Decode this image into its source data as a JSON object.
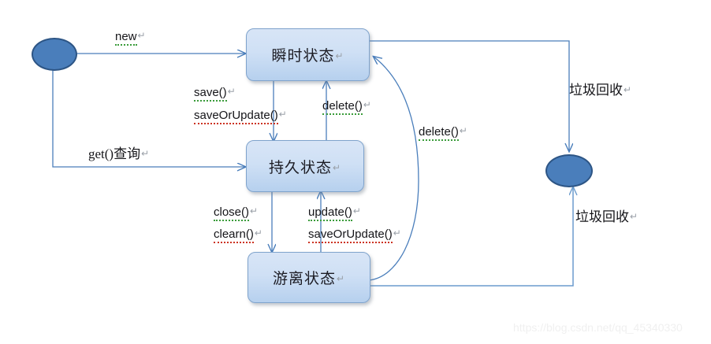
{
  "diagram": {
    "title": "Hibernate object state transition diagram",
    "colors": {
      "edge_stroke": "#4a7ebb",
      "box_border": "#7fa3cc",
      "box_fill_top": "#d8e5f6",
      "box_fill_bottom": "#b6d0ee",
      "node_fill": "#4a7ebb",
      "node_border": "#2d5585",
      "text": "#141418",
      "spell_green": "#3a9c3a",
      "spell_red": "#cc3322",
      "watermark": "#f0f0f0"
    },
    "pilcrow": "↵",
    "nodes": [
      {
        "id": "start",
        "type": "ellipse",
        "label": ""
      },
      {
        "id": "gc",
        "type": "ellipse",
        "label": ""
      }
    ],
    "states": [
      {
        "id": "transient",
        "label": "瞬时状态"
      },
      {
        "id": "persistent",
        "label": "持久状态"
      },
      {
        "id": "detached",
        "label": "游离状态"
      }
    ],
    "edge_labels": [
      {
        "id": "new",
        "text": "new",
        "spell": "green"
      },
      {
        "id": "get-query",
        "text": "get()查询",
        "spell": "none"
      },
      {
        "id": "save",
        "text": "save()",
        "spell": "green"
      },
      {
        "id": "save-or-update",
        "text": "saveOrUpdate()",
        "spell": "red"
      },
      {
        "id": "delete-up",
        "text": "delete()",
        "spell": "green"
      },
      {
        "id": "delete-curve",
        "text": "delete()",
        "spell": "green"
      },
      {
        "id": "close",
        "text": "close()",
        "spell": "green"
      },
      {
        "id": "clearn",
        "text": "clearn()",
        "spell": "red"
      },
      {
        "id": "update",
        "text": "update()",
        "spell": "green"
      },
      {
        "id": "save-or-update-2",
        "text": "saveOrUpdate()",
        "spell": "red"
      },
      {
        "id": "gc-top",
        "text": "垃圾回收",
        "spell": "none"
      },
      {
        "id": "gc-bottom",
        "text": "垃圾回收",
        "spell": "none"
      }
    ],
    "watermark": "https://blog.csdn.net/qq_45340330"
  }
}
